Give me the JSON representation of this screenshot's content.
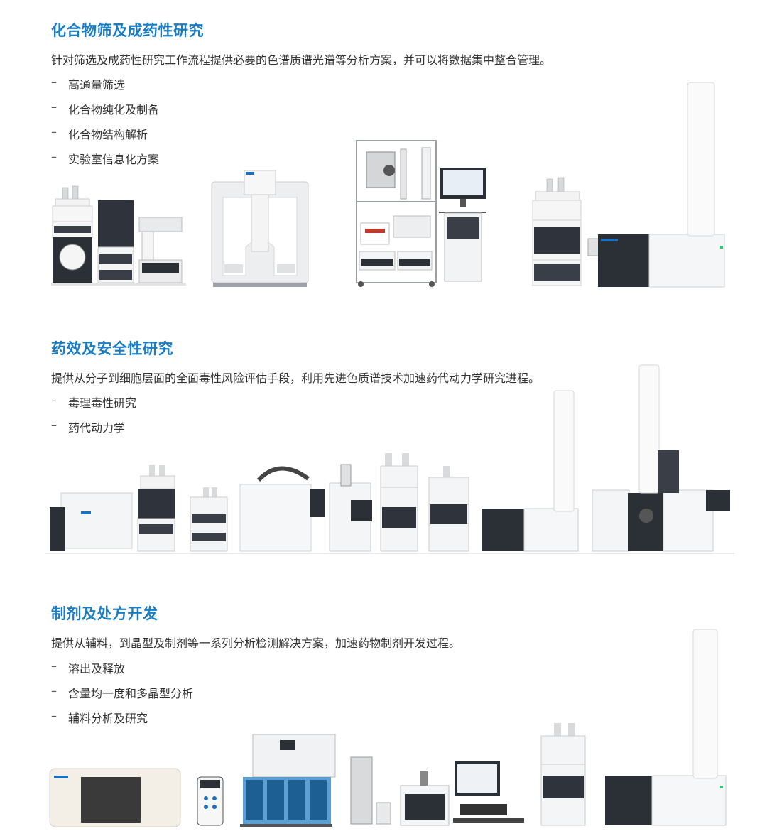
{
  "sections": [
    {
      "title": "化合物筛及成药性研究",
      "description": "针对筛选及成药性研究工作流程提供必要的色谱质谱光谱等分析方案，并可以将数据集中整合管理。",
      "bullets": [
        "高通量筛选",
        "化合物纯化及制备",
        "化合物结构解析",
        "实验室信息化方案"
      ]
    },
    {
      "title": "药效及安全性研究",
      "description": "提供从分子到细胞层面的全面毒性风险评估手段，利用先进色质谱技术加速药代动力学研究进程。",
      "bullets": [
        "毒理毒性研究",
        "药代动力学"
      ]
    },
    {
      "title": "制剂及处方开发",
      "description": "提供从辅料，到晶型及制剂等一系列分析检测解决方案，加速药物制剂开发过程。",
      "bullets": [
        "溶出及释放",
        "含量均一度和多晶型分析",
        "辅料分析及研究"
      ]
    }
  ],
  "dash_glyph": "–",
  "colors": {
    "title": "#1a7dc4",
    "instrument_dark": "#2b2f36",
    "instrument_light": "#f1f2f4",
    "accent_blue": "#1f6fb8"
  }
}
